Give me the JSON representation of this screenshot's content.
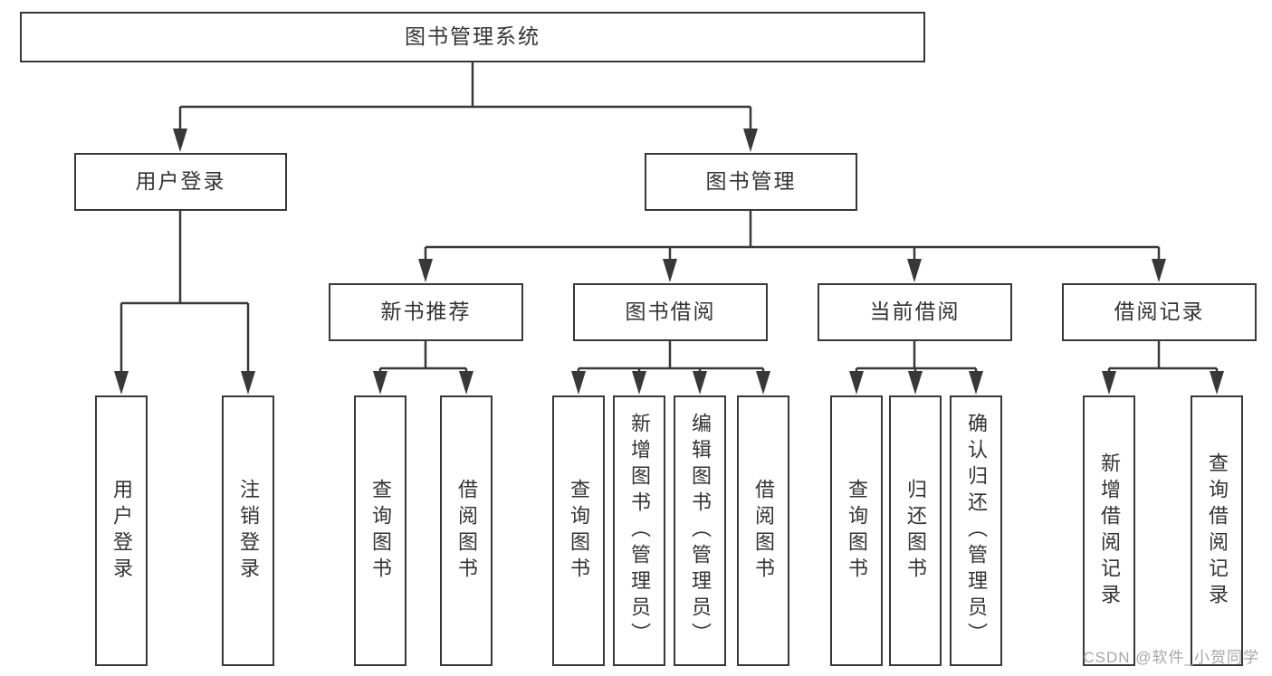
{
  "tree": {
    "root": "图书管理系统",
    "level2": [
      {
        "label": "用户登录",
        "leaves": [
          "用户登录",
          "注销登录"
        ]
      },
      {
        "label": "图书管理",
        "sections": [
          {
            "label": "新书推荐",
            "leaves": [
              "查询图书",
              "借阅图书"
            ]
          },
          {
            "label": "图书借阅",
            "leaves": [
              "查询图书",
              "新增图书（管理员）",
              "编辑图书（管理员）",
              "借阅图书"
            ]
          },
          {
            "label": "当前借阅",
            "leaves": [
              "查询图书",
              "归还图书",
              "确认归还（管理员）"
            ]
          },
          {
            "label": "借阅记录",
            "leaves": [
              "新增借阅记录",
              "查询借阅记录"
            ]
          }
        ]
      }
    ]
  },
  "colors": {
    "line": "#383838",
    "text": "#333333",
    "watermark": "#a6a6a6"
  },
  "watermark": "CSDN @软件_小贺同学"
}
